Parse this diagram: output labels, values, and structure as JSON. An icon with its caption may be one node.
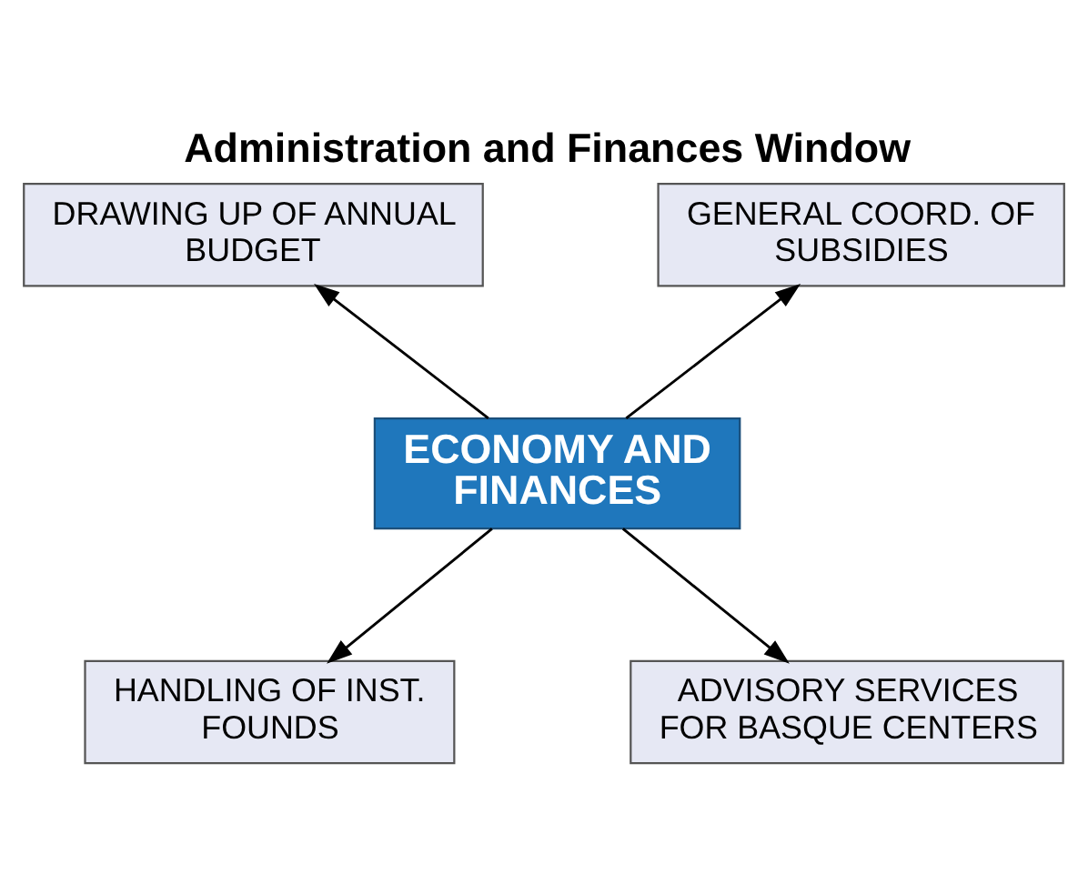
{
  "diagram": {
    "title": "Administration and Finances Window",
    "nodes": [
      {
        "text": [
          "DRAWING UP OF ANNUAL BUDGET"
        ]
      },
      {
        "text": [
          "GENERAL COORD. OF SUBSIDIES"
        ]
      },
      {
        "text": [
          "ECONOMY AND FINANCES"
        ]
      },
      {
        "text": [
          "HANDLING OF INST. FOUNDS"
        ]
      },
      {
        "text": [
          "ADVISORY SERVICES FOR BASQUE CENTERS"
        ]
      }
    ],
    "edges": [
      {
        "from": 2,
        "to": 0,
        "arrow": "to"
      },
      {
        "from": 2,
        "to": 1,
        "arrow": "to"
      },
      {
        "from": 2,
        "to": 3,
        "arrow": "to"
      },
      {
        "from": 2,
        "to": 4,
        "arrow": "to"
      }
    ]
  }
}
